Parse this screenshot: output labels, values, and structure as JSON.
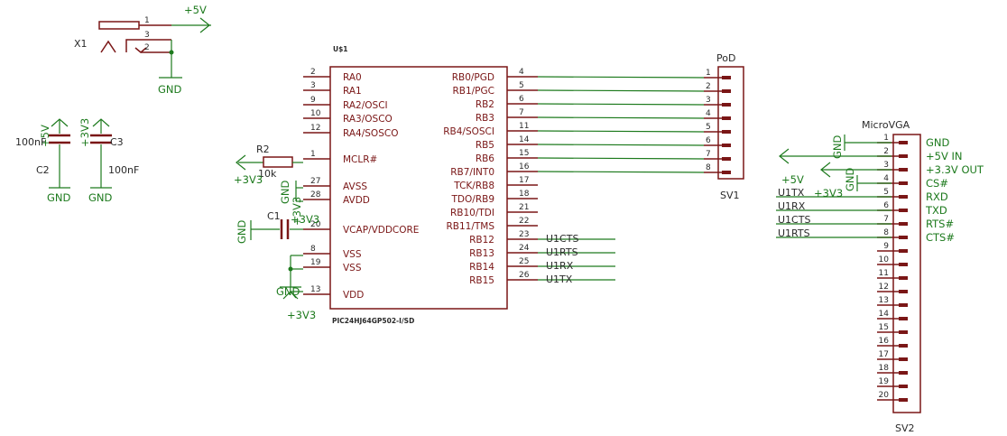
{
  "x1": {
    "ref": "X1",
    "pins": [
      "1",
      "3",
      "2"
    ]
  },
  "u1": {
    "ref": "U$1",
    "part": "PIC24HJ64GP502-I/SD",
    "left_pins": [
      {
        "num": "2",
        "name": "RA0"
      },
      {
        "num": "3",
        "name": "RA1"
      },
      {
        "num": "9",
        "name": "RA2/OSCI"
      },
      {
        "num": "10",
        "name": "RA3/OSCO"
      },
      {
        "num": "12",
        "name": "RA4/SOSCO"
      },
      {
        "num": "1",
        "name": "MCLR#"
      },
      {
        "num": "27",
        "name": "AVSS"
      },
      {
        "num": "28",
        "name": "AVDD"
      },
      {
        "num": "20",
        "name": "VCAP/VDDCORE"
      },
      {
        "num": "8",
        "name": "VSS"
      },
      {
        "num": "19",
        "name": "VSS"
      },
      {
        "num": "13",
        "name": "VDD"
      }
    ],
    "right_pins": [
      {
        "num": "4",
        "name": "RB0/PGD"
      },
      {
        "num": "5",
        "name": "RB1/PGC"
      },
      {
        "num": "6",
        "name": "RB2"
      },
      {
        "num": "7",
        "name": "RB3"
      },
      {
        "num": "11",
        "name": "RB4/SOSCI"
      },
      {
        "num": "14",
        "name": "RB5"
      },
      {
        "num": "15",
        "name": "RB6"
      },
      {
        "num": "16",
        "name": "RB7/INT0"
      },
      {
        "num": "17",
        "name": "TCK/RB8"
      },
      {
        "num": "18",
        "name": "TDO/RB9"
      },
      {
        "num": "21",
        "name": "RB10/TDI"
      },
      {
        "num": "22",
        "name": "RB11/TMS"
      },
      {
        "num": "23",
        "name": "RB12"
      },
      {
        "num": "24",
        "name": "RB13"
      },
      {
        "num": "25",
        "name": "RB14"
      },
      {
        "num": "26",
        "name": "RB15"
      }
    ]
  },
  "sv1": {
    "title": "PoD",
    "ref": "SV1",
    "pins": [
      "1",
      "2",
      "3",
      "4",
      "5",
      "6",
      "7",
      "8"
    ]
  },
  "sv2": {
    "title": "MicroVGA",
    "ref": "SV2",
    "pins": [
      "1",
      "2",
      "3",
      "4",
      "5",
      "6",
      "7",
      "8",
      "9",
      "10",
      "11",
      "12",
      "13",
      "14",
      "15",
      "16",
      "17",
      "18",
      "19",
      "20"
    ],
    "functions": [
      "GND",
      "+5V IN",
      "+3.3V OUT",
      "CS#",
      "RXD",
      "TXD",
      "RTS#",
      "CTS#"
    ]
  },
  "r2": {
    "ref": "R2",
    "value": "10k"
  },
  "c1": {
    "ref": "C1"
  },
  "c2": {
    "ref": "C2",
    "value": "100nF"
  },
  "c3": {
    "ref": "C3",
    "value": "100nF"
  },
  "nets": {
    "p5v": "+5V",
    "p3v3": "+3V3",
    "gnd": "GND",
    "u1cts": "U1CTS",
    "u1rts": "U1RTS",
    "u1rx": "U1RX",
    "u1tx": "U1TX"
  }
}
